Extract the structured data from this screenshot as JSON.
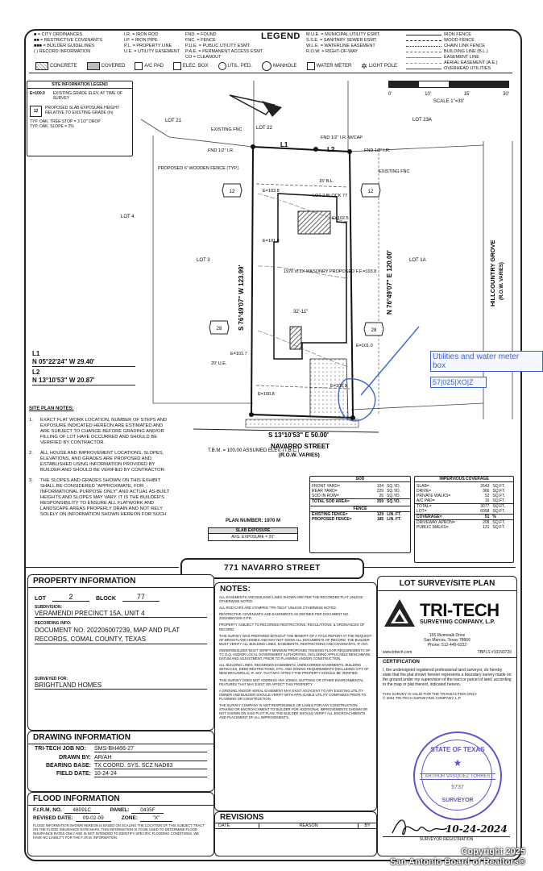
{
  "legend": {
    "title": "LEGEND",
    "col1": [
      "■ = CITY ORDINANCES",
      "■■ = RESTRICTIVE COVENANTS",
      "■■■ = BUILDER GUIDELINES",
      "( ) RECORD INFORMATION"
    ],
    "col2": [
      "I.R. = IRON ROD",
      "I.P. = IRON PIPE",
      "P.L. = PROPERTY LINE",
      "U.E. = UTILITY EASEMENT"
    ],
    "col3": [
      "FND. = FOUND",
      "FNC. = FENCE",
      "P.U.E. = PUBLIC UTILITY ESMT.",
      "P.A.E. = PERMANENT ACCESS ESMT.",
      "CO = CLEANOUT"
    ],
    "col4": [
      "M.U.E. = MUNICIPAL UTILITY ESMT.",
      "S.S.E. = SANITARY SEWER ESMT.",
      "W.L.E. = WATERLINE EASEMENT",
      "R.O.W. = RIGHT-OF-WAY"
    ],
    "col5": [
      "IRON FENCE",
      "WOOD FENCE",
      "CHAIN LINK FENCE",
      "BUILDING LINE (B.L.)",
      "EASEMENT LINE",
      "AERIAL EASEMENT (A.E.)",
      "OVERHEAD UTILITIES"
    ],
    "row2": [
      "CONCRETE",
      "COVERED",
      "A/C PAD",
      "ELEC. BOX",
      "UTIL. PED.",
      "MANHOLE",
      "WATER METER",
      "LIGHT POLE"
    ]
  },
  "scale": {
    "ticks": [
      "0'",
      "10'",
      "15'",
      "30'"
    ],
    "label": "SCALE 1\"=30'"
  },
  "site_info": {
    "title": "SITE INFORMATION LEGEND",
    "grade": "E=100.0",
    "grade_text": "EXISTING GRADE ELEV. AT TIME OF SURVEY",
    "exposure": "12",
    "exposure_text": "PROPOSED SLAB EXPOSURE HEIGHT RELATIVE TO EXISTING GRADE (in)",
    "typ": "TYP. OAK. TREE STOP = 3 1/2\" DROP",
    "typ2": "TYP. OAK. SLOPE = 2%"
  },
  "plan": {
    "lot21": "LOT 21",
    "lot22": "LOT 22",
    "lot23a": "LOT 23A",
    "lot4": "LOT 4",
    "lot3": "LOT 3",
    "lot1a": "LOT 1A",
    "l1": "L1",
    "l2": "L2",
    "fnd_iron": "FND 1/2\" I.R.",
    "fnd_iron_cap": "FND 1/2\" I.R. W/CAP",
    "existing_fnc": "EXISTING FNC",
    "proposed_fence": "PROPOSED 6' WOODEN FENCE (TYP.)",
    "lot2_block": "LOT 2 BLOCK 77",
    "bl": "15' B.L.",
    "ue": "20' U.E.",
    "masonry": "1970 sf 2X MASONRY PROPOSED F.F.=103.8",
    "dim_w": "32'-11\"",
    "west_bearing": "S 76°49'07\" W 123.99'",
    "east_bearing": "N 76°49'07\" E 120.00'",
    "south_bearing": "S 13°10'53\" E 50.00'",
    "street": "NAVARRO STREET",
    "street_row": "(R.O.W. VARIES)",
    "east_street": "HILLCOUNTRY GROVE",
    "east_street_row": "(R.O.W. VARIES)",
    "tbm": "T.B.M. = 100.00 ASSUMED ELEV. (T.B.C.)",
    "grade_values": [
      "E=103.8",
      "E=102.5",
      "E=101.8",
      "E=101.7",
      "E=101.0",
      "E=100.9",
      "E=100.8"
    ],
    "exposures": [
      "12",
      "12",
      "28",
      "28"
    ]
  },
  "annotation": {
    "line1": "Utilities and water meter",
    "line2": "box",
    "line3": "57|025|XO|Z"
  },
  "lines": {
    "l1": "L1",
    "l1_bearing": "N 05°22'24\" W 29.40'",
    "l2": "L2",
    "l2_bearing": "N 13°10'53\" W 20.87'"
  },
  "site_notes": {
    "title": "SITE PLAN NOTES:",
    "items": [
      "EXACT FLAT WORK LOCATION, NUMBER OF STEPS AND EXPOSURE INDICATED HEREON ARE ESTIMATED AND ARE SUBJECT TO CHANGE BEFORE GRADING AND/OR FILLING OF LOT HAVE OCCURRED AND SHOULD BE VERIFIED BY CONTRACTOR.",
      "ALL HOUSE AND IMPROVEMENT LOCATIONS, SLOPES, ELEVATIONS, AND GRADES ARE PROPOSED AND ESTABLISHED USING INFORMATION PROVIDED BY BUILDER AND SHOULD BE VERIFIED BY CONTRACTOR.",
      "THE SLOPES AND GRADES SHOWN ON THIS EXHIBIT SHALL BE CONSIDERED \"APPROXIMATE, FOR INFORMATIONAL PURPOSE ONLY\" AND ACTUAL AS-BUILT HEIGHTS AND SLOPES MAY VARY. IT IS THE BUILDER'S RESPONSIBILITY TO ENSURE ALL FLATWORK AND LANDSCAPE AREAS PROPERLY DRAIN AND NOT RELY SOLELY ON INFORMATION SHOWN HEREON FOR SUCH."
    ]
  },
  "sod": {
    "title": "SOD",
    "rows": [
      {
        "label": "FRONT YARD=",
        "value": "104",
        "unit": "SQ.YD."
      },
      {
        "label": "REAR YARD=",
        "value": "229",
        "unit": "SQ.YD."
      },
      {
        "label": "SOD IN ROW=",
        "value": "26",
        "unit": "SQ.YD."
      },
      {
        "label": "TOTAL SOD AREA=",
        "value": "359",
        "unit": "SQ.YD."
      }
    ],
    "fence_title": "FENCE",
    "fence_rows": [
      {
        "label": "EXISTING FENCE=",
        "value": "129",
        "unit": "LIN. FT."
      },
      {
        "label": "PROPOSED FENCE=",
        "value": "185",
        "unit": "LIN. FT."
      }
    ]
  },
  "impervious": {
    "title": "IMPERVIOUS COVERAGE",
    "rows": [
      {
        "label": "SLAB=",
        "value": "2643",
        "unit": "SQ.FT."
      },
      {
        "label": "DRIVE=",
        "value": "366",
        "unit": "SQ.FT."
      },
      {
        "label": "PRIVATE WALKS=",
        "value": "52",
        "unit": "SQ.FT."
      },
      {
        "label": "A/C PAD=",
        "value": "16",
        "unit": "SQ.FT."
      },
      {
        "label": "TOTAL=",
        "value": "3077",
        "unit": "SQ.FT."
      },
      {
        "label": "LOT=",
        "value": "6058",
        "unit": "SQ.FT."
      },
      {
        "label": "COVERAGE=",
        "value": "51",
        "unit": "%"
      },
      {
        "label": "DRIVEWAY APRON=",
        "value": "208",
        "unit": "SQ.FT."
      },
      {
        "label": "PUBLIC WALKS=",
        "value": "131",
        "unit": "SQ.FT."
      }
    ]
  },
  "plan_number": {
    "label": "PLAN NUMBER: 1970 M",
    "slab_title": "SLAB EXPOSURE",
    "slab_value": "AVG. EXPOSURE = 20\""
  },
  "address": "771 NAVARRO STREET",
  "property": {
    "title": "PROPERTY INFORMATION",
    "lot_label": "LOT",
    "lot": "2",
    "block_label": "BLOCK",
    "block": "77",
    "subdivision_label": "SUBDIVISION:",
    "subdivision": "VERAMENDI PRECINCT 15A, UNIT 4",
    "recording_label": "RECORDING INFO:",
    "recording": "DOCUMENT NO. 202206007239, MAP AND PLAT RECORDS, COMAL COUNTY, TEXAS",
    "surveyed_label": "SURVEYED FOR:",
    "surveyed": "BRIGHTLAND HOMES"
  },
  "drawing": {
    "title": "DRAWING INFORMATION",
    "job_label": "TRI-TECH JOB NO:",
    "job": "SMS-BH466-27",
    "drawn_label": "DRAWN BY:",
    "drawn": "AR/AH",
    "bearing_label": "BEARING BASE:",
    "bearing": "TX COORD. SYS. SCZ NAD83",
    "field_label": "FIELD DATE:",
    "field": "10-24-24"
  },
  "flood": {
    "title": "FLOOD INFORMATION",
    "firm_label": "F.I.R.M. NO.",
    "firm": "48091C",
    "panel_label": "PANEL:",
    "panel": "0435F",
    "revised_label": "REVISED DATE:",
    "revised": "09-02-09",
    "zone_label": "ZONE:",
    "zone": "\"X\"",
    "text": "FLOOD INFORMATION SHOWN HEREON IS BASED ON SCALING THE LOCATION OF THIS SUBJECT TRACT ON THE FLOOD INSURANCE RATE MAPS. THIS INFORMATION IS TO BE USED TO DETERMINE FLOOD INSURANCE RATES ONLY AND IS NOT INTENDED TO IDENTIFY SPECIFIC FLOODING CONDITIONS. WE HAVE NO LIABILITY FOR THE F.I.R.M. INFORMATION."
  },
  "notes": {
    "title": "NOTES:",
    "items": [
      "ALL EASEMENTS AND BUILDING LINES SHOWN ARE PER THE RECORDED PLAT UNLESS OTHERWISE NOTED.",
      "ALL ROD CAPS ARE STAMPED \"TRI-TECH\" UNLESS OTHERWISE NOTED.",
      "RESTRICTIVE COVENANTS AND EASEMENTS AS DEFINED PER DOCUMENT NO. 202206007239 O.P.R.",
      "PROPERTY SUBJECT TO RECORDED RESTRICTIONS, REGULATIONS, & ORDINANCES OF RECORD.",
      "THIS SURVEY WAS PREPARED WITHOUT THE BENEFIT OF A TITLE REPORT AT THE REQUEST OF BRIGHTLAND HOMES AND MAY NOT SHOW ALL DOCUMENTS OF RECORD. THE BUILDER MUST VERIFY ALL BUILDING LINES, EASEMENTS, RESTRICTIONS AND COVENANTS, IF ANY.",
      "OWNER/BUILDER MUST VERIFY MINIMUM PROPOSED FINISHED FLOOR REQUIREMENTS OF T.C.E.Q. AND/OR LOCAL GOVERNMENT AUTHORITIES, INCLUDING APPLICABLE BENCHMARK DATUM AND ADJUSTMENT, PRIOR TO PLANNING AND/OR CONSTRUCTION.",
      "ALL BUILDING LINES, RECORDED EASEMENTS, UNRECORDED EASEMENTS, BUILDING SETBACKS, DEED RESTRICTIONS, ETC. AND ZONING REQUIREMENTS (INCLUDING CITY OF NEW BRAUNFELS), IF ANY, THAT MAY AFFECT THE PROPERTY SHOULD BE VERIFIED.",
      "THIS SURVEY DOES NOT ADDRESS ANY ZONES, BUTTONS OR OTHER ENVIRONMENTAL FEATURES THAT MAY EXIST OR AFFECT THIS PROPERTY.",
      "A GROUND AND/OR AERIAL EASEMENT MAY EXIST ADJACENT TO ANY EXISTING UTILITY OWNER AND BUILDER SHOULD VERIFY WITH APPLICABLE UTILITY COMPANIES PRIOR TO PLANNING OR CONSTRUCTION.",
      "THE SURVEY COMPANY IS NOT RESPONSIBLE OR LIABLE FOR ANY CONSTRUCTION STAKING OR ENCROACHMENT TO BUILDER FOR ADDITIONAL IMPROVEMENTS SHOWN OR NOT SHOWN ON SAID PLOT PLAN. THE BUILDER SHOULD VERIFY ALL ENCROACHMENTS AND PLACEMENT OF ALL IMPROVEMENTS."
    ],
    "revisions_title": "REVISIONS",
    "rev_cols": [
      "DATE",
      "REASON",
      "BY"
    ]
  },
  "company": {
    "header": "LOT SURVEY/SITE PLAN",
    "name": "TRI-TECH",
    "sub": "SURVEYING COMPANY, L.P.",
    "addr1": "155 Riverwalk Drive",
    "addr2": "San Marcos, Texas 78666",
    "phone": "Phone: 512-449-6222",
    "web": "www.tritech.com",
    "firm": "TBPLS #10193720",
    "cert_title": "CERTIFICATION",
    "cert_text": "I, the undersigned registered professional land surveyor, do hereby state that the plat shown hereon represents a boundary survey made on the ground under my supervision of the tract or parcel of land, according to the map or plat thereof, indicated hereon.",
    "valid": "THIS SURVEY IS VALID FOR THE TRANSACTION ONLY.",
    "copy": "© 2024 TRI-TECH SURVEYING COMPANY, L.P.",
    "seal_state": "STATE OF TEXAS",
    "seal_name": "ARTHUR VASQUEZ TORRES",
    "seal_num": "5737",
    "seal_bottom": "SURVEYOR",
    "signature_date": "10-24-2024",
    "registration": "SURVEYOR REGISTRATION"
  },
  "watermark": {
    "line1": "Copyright 2025",
    "line2": "San Antonio Board of Realtors®"
  },
  "colors": {
    "annotation": "#3b63d6",
    "seal": "#5a57c8",
    "ink": "#222222"
  }
}
